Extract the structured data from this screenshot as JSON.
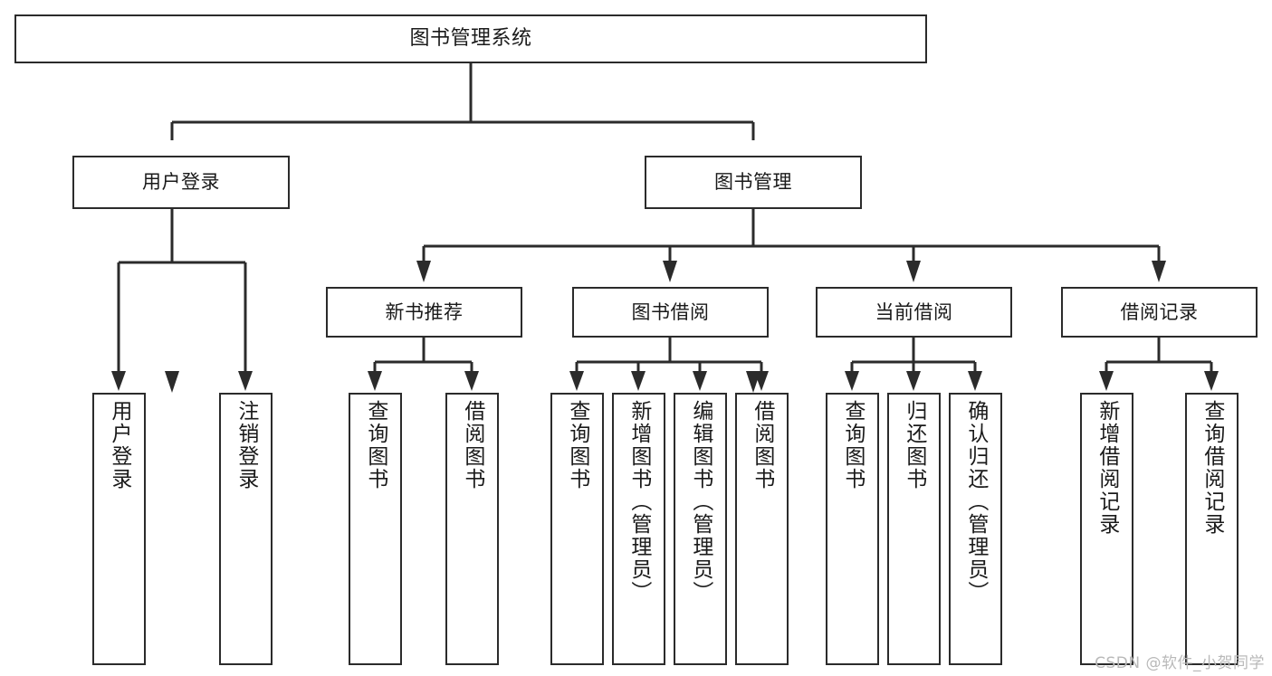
{
  "diagram": {
    "title": "图书管理系统",
    "type": "tree-hierarchy-diagram",
    "colors": {
      "stroke": "#2b2b2b",
      "fill": "#ffffff",
      "text": "#1a1a1a",
      "watermark": "#b9b9b9"
    },
    "root": {
      "label": "图书管理系统"
    },
    "level1": [
      {
        "label": "用户登录"
      },
      {
        "label": "图书管理"
      }
    ],
    "level2": [
      {
        "label": "新书推荐"
      },
      {
        "label": "图书借阅"
      },
      {
        "label": "当前借阅"
      },
      {
        "label": "借阅记录"
      }
    ],
    "leaves": {
      "user_login": [
        {
          "label": "用户登录"
        },
        {
          "label": "注销登录"
        }
      ],
      "new_book_rec": [
        {
          "label": "查询图书"
        },
        {
          "label": "借阅图书"
        }
      ],
      "book_borrow": [
        {
          "label": "查询图书"
        },
        {
          "label": "新增图书（管理员）"
        },
        {
          "label": "编辑图书（管理员）"
        },
        {
          "label": "借阅图书"
        }
      ],
      "current_borrow": [
        {
          "label": "查询图书"
        },
        {
          "label": "归还图书"
        },
        {
          "label": "确认归还（管理员）"
        }
      ],
      "borrow_record": [
        {
          "label": "新增借阅记录"
        },
        {
          "label": "查询借阅记录"
        }
      ]
    }
  },
  "watermark": {
    "text": "CSDN @软件_小贺同学"
  }
}
